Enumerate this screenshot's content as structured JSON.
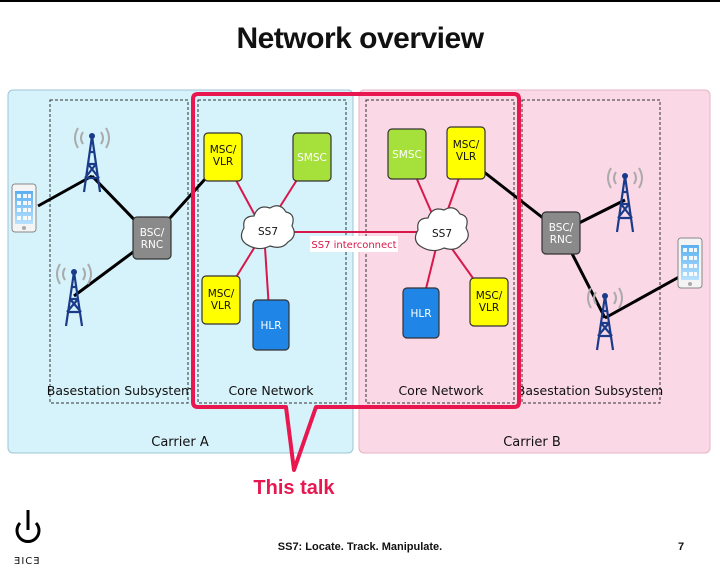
{
  "slide": {
    "title": "Network overview",
    "footer": "SS7: Locate. Track. Manipulate.",
    "page_number": "7",
    "logo_text": "ƎICƎ"
  },
  "diagram": {
    "carrier_a_label": "Carrier A",
    "carrier_b_label": "Carrier B",
    "bss_label": "Basestation Subsystem",
    "core_label": "Core Network",
    "interconnect_label": "SS7 interconnect",
    "callout_label": "This talk",
    "nodes": {
      "msc_vlr": "MSC/\nVLR",
      "smsc": "SMSC",
      "hlr": "HLR",
      "ss7": "SS7",
      "bsc_rnc": "BSC/\nRNC"
    }
  },
  "colors": {
    "carrier_a_bg": "#d6f3fb",
    "carrier_b_bg": "#fbd8e6",
    "highlight": "#e8174f",
    "msc": "#ffff00",
    "smsc": "#a6e03a",
    "hlr": "#1f86e8",
    "bsc": "#8a8a8a"
  }
}
